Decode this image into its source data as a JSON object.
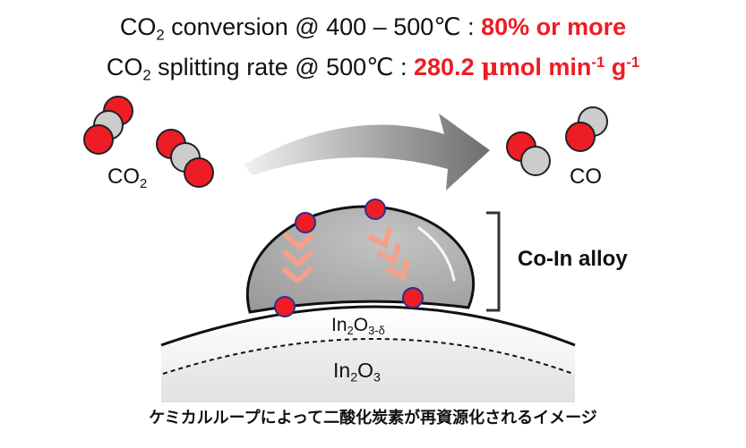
{
  "header": {
    "conversion": {
      "prefix": "CO",
      "sub": "2",
      "condition": " conversion @ 400 – 500℃ : ",
      "value": "80% or more"
    },
    "rate": {
      "prefix": "CO",
      "sub": "2",
      "condition": " splitting rate @ 500℃ : ",
      "value_number": "280.2 ",
      "value_unit_mu": "μ",
      "value_unit_mol": "mol min",
      "value_sup1": "-1",
      "value_unit_g": " g",
      "value_sup2": "-1"
    }
  },
  "labels": {
    "reactant": {
      "prefix": "CO",
      "sub": "2"
    },
    "product": "CO",
    "alloy": "Co-In alloy",
    "surface": {
      "p1": "In",
      "s1": "2",
      "p2": "O",
      "s2": "3-δ"
    },
    "bulk": {
      "p1": "In",
      "s1": "2",
      "p2": "O",
      "s2": "3"
    }
  },
  "caption": "ケミカルループによって二酸化炭素が再資源化されるイメージ",
  "colors": {
    "oxygen": "#ee1c24",
    "carbon": "#cccccc",
    "highlight": "#ee1c24",
    "alloy_dome": "#a8a8a8",
    "oxygen_flow_chevrons": "#f4a08a",
    "arrow": "#6e6e6e"
  }
}
